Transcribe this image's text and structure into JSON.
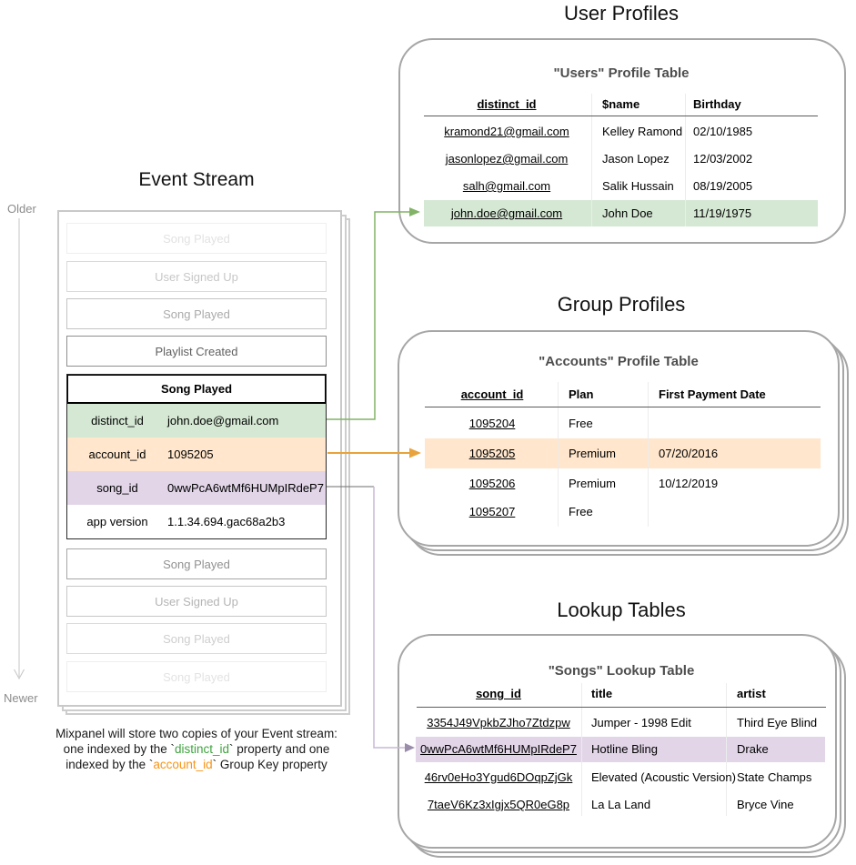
{
  "event_stream": {
    "title": "Event Stream",
    "older_label": "Older",
    "newer_label": "Newer",
    "events_before": [
      "Song Played",
      "User Signed Up",
      "Song Played",
      "Playlist Created"
    ],
    "active_event": {
      "name": "Song Played",
      "properties": [
        {
          "key": "distinct_id",
          "value": "john.doe@gmail.com"
        },
        {
          "key": "account_id",
          "value": "1095205"
        },
        {
          "key": "song_id",
          "value": "0wwPcA6wtMf6HUMpIRdeP7"
        },
        {
          "key": "app version",
          "value": "1.1.34.694.gac68a2b3"
        }
      ]
    },
    "events_after": [
      "Song Played",
      "User Signed Up",
      "Song Played",
      "Song Played"
    ]
  },
  "user_profiles": {
    "section_title": "User Profiles",
    "table_title": "\"Users\" Profile Table",
    "columns": [
      "distinct_id",
      "$name",
      "Birthday"
    ],
    "rows": [
      [
        "kramond21@gmail.com",
        "Kelley Ramond",
        "02/10/1985"
      ],
      [
        "jasonlopez@gmail.com",
        "Jason Lopez",
        "12/03/2002"
      ],
      [
        "salh@gmail.com",
        "Salik Hussain",
        "08/19/2005"
      ],
      [
        "john.doe@gmail.com",
        "John Doe",
        "11/19/1975"
      ]
    ],
    "highlighted_row": 3,
    "highlight_color": "#d5e8d4"
  },
  "group_profiles": {
    "section_title": "Group Profiles",
    "table_title": "\"Accounts\" Profile Table",
    "columns": [
      "account_id",
      "Plan",
      "First Payment Date"
    ],
    "rows": [
      [
        "1095204",
        "Free",
        ""
      ],
      [
        "1095205",
        "Premium",
        "07/20/2016"
      ],
      [
        "1095206",
        "Premium",
        "10/12/2019"
      ],
      [
        "1095207",
        "Free",
        ""
      ]
    ],
    "highlighted_row": 1,
    "highlight_color": "#ffe6cc"
  },
  "lookup_tables": {
    "section_title": "Lookup Tables",
    "table_title": "\"Songs\" Lookup Table",
    "columns": [
      "song_id",
      "title",
      "artist"
    ],
    "rows": [
      [
        "3354J49VpkbZJho7Ztdzpw",
        "Jumper - 1998 Edit",
        "Third Eye Blind"
      ],
      [
        "0wwPcA6wtMf6HUMpIRdeP7",
        "Hotline Bling",
        "Drake"
      ],
      [
        "46rv0eHo3Ygud6DOqpZjGk",
        "Elevated (Acoustic Version)",
        "State Champs"
      ],
      [
        "7taeV6Kz3xIgjx5QR0eG8p",
        "La La Land",
        "Bryce Vine"
      ]
    ],
    "highlighted_row": 1,
    "highlight_color": "#e1d5e7"
  },
  "connectors": {
    "distinct_id_arrow_color": "#82b366",
    "account_id_arrow_color": "#e8a33d",
    "song_id_arrow_color": "#c9b7d6"
  },
  "caption": {
    "line1": "Mixpanel will store two copies of your Event stream:",
    "line2_pre": "one indexed by the `",
    "line2_code": "distinct_id",
    "line2_post": "` property and one",
    "line3_pre": "indexed by the `",
    "line3_code": "account_id",
    "line3_post": "` Group Key property"
  }
}
